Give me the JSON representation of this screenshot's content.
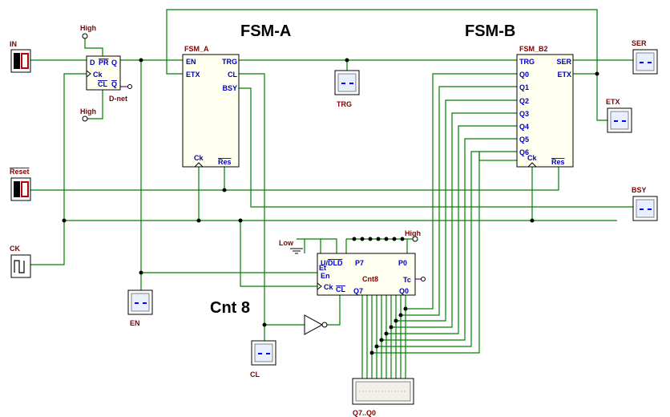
{
  "titles": {
    "fsm_a": "FSM-A",
    "fsm_b": "FSM-B",
    "cnt8": "Cnt 8"
  },
  "dff": {
    "name": "D-net",
    "pins": {
      "d": "D",
      "pr": "PR",
      "q": "Q",
      "ck": "Ck",
      "cl": "CL",
      "qn": "Q"
    },
    "high_top": "High",
    "high_bottom": "High"
  },
  "fsm_a": {
    "name": "FSM_A",
    "left_pins": [
      "EN",
      "ETX"
    ],
    "right_pins": [
      "TRG",
      "CL",
      "BSY"
    ],
    "bottom_pins": [
      "Ck",
      "Res"
    ]
  },
  "fsm_b": {
    "name": "FSM_B2",
    "left_pins": [
      "TRG",
      "Q0",
      "Q1",
      "Q2",
      "Q3",
      "Q4",
      "Q5",
      "Q6"
    ],
    "right_pins": [
      "SER",
      "ETX"
    ],
    "bottom_pins": [
      "Ck",
      "Res"
    ]
  },
  "counter": {
    "name": "Cnt8",
    "top_pins": {
      "ud": "U/",
      "dld": "D",
      "ld": "LD",
      "p7": "P7",
      "p0": "P0"
    },
    "left_pins": [
      "Et",
      "En",
      "Ck",
      "CL"
    ],
    "right_pins": [
      "Tc",
      "Q0"
    ],
    "bottom_pins": {
      "q7": "Q7"
    },
    "low": "Low",
    "high": "High"
  },
  "inputs": {
    "in": "IN",
    "reset": "Reset",
    "ck": "CK"
  },
  "probes": {
    "trg": "TRG",
    "en": "EN",
    "cl": "CL",
    "ser": "SER",
    "etx": "ETX",
    "bsy": "BSY",
    "bus": "Q7..Q0"
  },
  "colors": {
    "wire": "#008000",
    "pin_label": "#0000c0",
    "component_label": "#800000",
    "block_fill": "#fffff0"
  }
}
